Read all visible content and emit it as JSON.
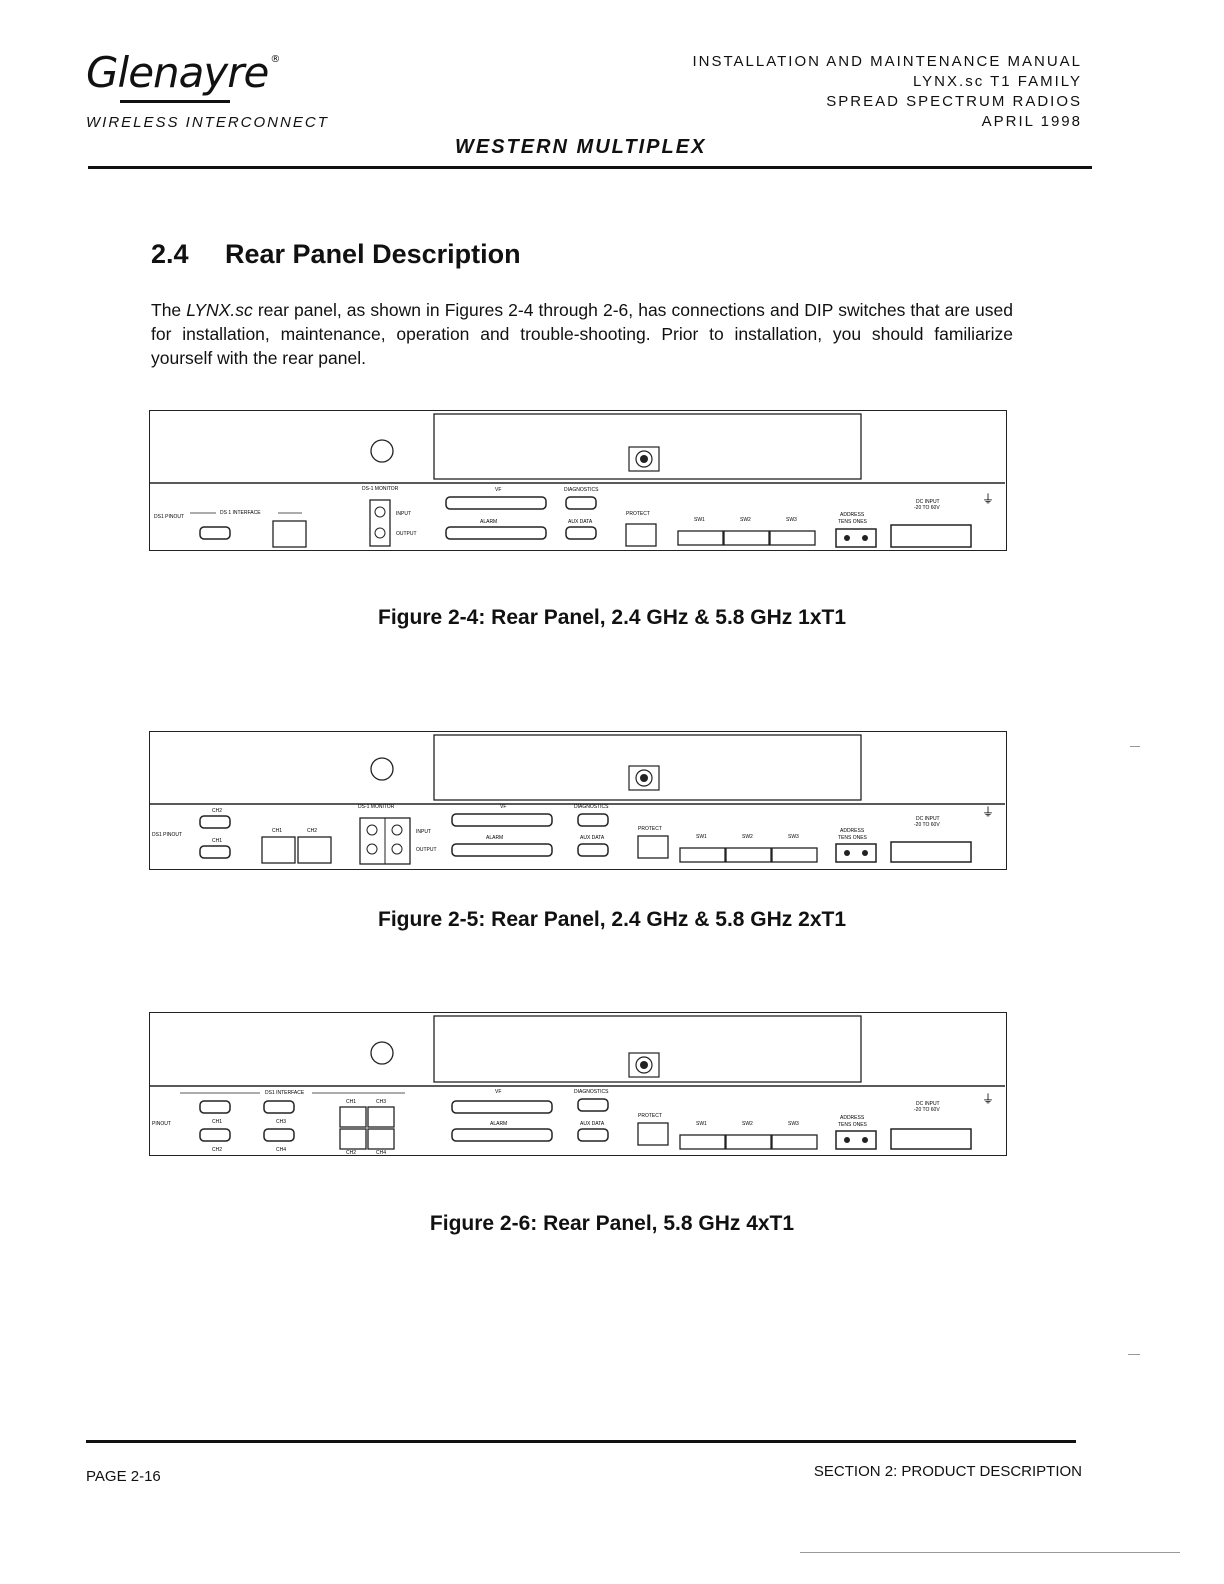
{
  "header": {
    "logo_text": "Glenayre",
    "logo_subtitle": "WIRELESS INTERCONNECT",
    "manual_title_line1": "INSTALLATION AND MAINTENANCE MANUAL",
    "manual_title_line2": "LYNX.sc T1 FAMILY",
    "manual_title_line3": "SPREAD SPECTRUM RADIOS",
    "date": "APRIL 1998",
    "company": "WESTERN MULTIPLEX"
  },
  "section": {
    "number": "2.4",
    "title": "Rear Panel Description",
    "body_prefix": "The ",
    "body_product": "LYNX.sc",
    "body_rest": " rear panel, as shown in Figures 2-4 through 2-6, has connections and DIP switches that are used for installation, maintenance, operation and trouble-shooting. Prior to installation, you should familiarize yourself with the rear panel."
  },
  "figures": [
    {
      "caption": "Figure 2-4: Rear Panel, 2.4 GHz & 5.8 GHz 1xT1",
      "labels": {
        "pinout": "DS1 PINOUT",
        "interface": "DS 1 INTERFACE",
        "monitor": "DS-1 MONITOR",
        "input": "INPUT",
        "output": "OUTPUT",
        "vf": "VF",
        "alarm": "ALARM",
        "diagnostics": "DIAGNOSTICS",
        "aux_data": "AUX DATA",
        "protect": "PROTECT",
        "sw1": "SW1",
        "sw2": "SW2",
        "sw3": "SW3",
        "address": "ADDRESS",
        "tens_ones": "TENS ONES",
        "dc_input": "DC INPUT",
        "dc_range": "-20 TO 60V"
      }
    },
    {
      "caption": "Figure 2-5: Rear Panel, 2.4 GHz & 5.8 GHz 2xT1",
      "labels": {
        "ch1": "CH1",
        "ch2": "CH2",
        "pinout": "DS1 PINOUT",
        "monitor": "DS-1 MONITOR",
        "input": "INPUT",
        "output": "OUTPUT",
        "vf": "VF",
        "alarm": "ALARM",
        "diagnostics": "DIAGNOSTICS",
        "aux_data": "AUX DATA",
        "protect": "PROTECT",
        "sw1": "SW1",
        "sw2": "SW2",
        "sw3": "SW3",
        "address": "ADDRESS",
        "tens_ones": "TENS ONES",
        "dc_input": "DC INPUT",
        "dc_range": "-20 TO 60V"
      }
    },
    {
      "caption": "Figure 2-6: Rear Panel, 5.8 GHz 4xT1",
      "labels": {
        "interface": "DS1 INTERFACE",
        "pinout": "PINOUT",
        "ch1": "CH1",
        "ch2": "CH2",
        "ch3": "CH3",
        "ch4": "CH4",
        "vf": "VF",
        "alarm": "ALARM",
        "diagnostics": "DIAGNOSTICS",
        "aux_data": "AUX DATA",
        "protect": "PROTECT",
        "sw1": "SW1",
        "sw2": "SW2",
        "sw3": "SW3",
        "address": "ADDRESS",
        "tens_ones": "TENS ONES",
        "dc_input": "DC INPUT",
        "dc_range": "-20 TO 60V"
      }
    }
  ],
  "footer": {
    "page": "PAGE 2-16",
    "section": "SECTION 2: PRODUCT DESCRIPTION"
  }
}
